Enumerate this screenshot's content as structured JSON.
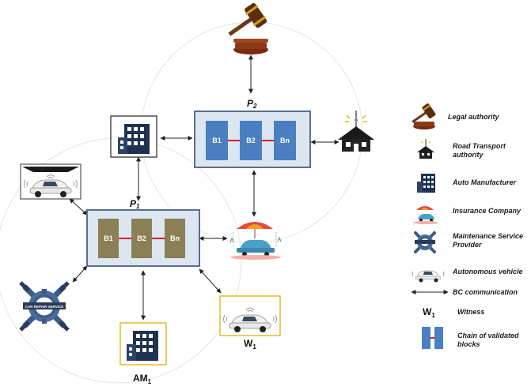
{
  "platforms": {
    "p2": {
      "label": "P",
      "sub": "2",
      "blocks": [
        "B1",
        "B2",
        "Bn"
      ]
    },
    "p1": {
      "label": "P",
      "sub": "1",
      "blocks": [
        "B1",
        "B2",
        "Bn"
      ]
    }
  },
  "nodes": {
    "am1": {
      "label": "AM",
      "sub": "1"
    },
    "w1": {
      "label": "W",
      "sub": "1"
    },
    "maintenance_badge": "CAR REPAIR SERVICE"
  },
  "legend": {
    "legal": "Legal authority",
    "road_line1": "Road Transport",
    "road_line2": "authority",
    "auto": "Auto Manufacturer",
    "insurance": "Insurance Company",
    "maint_line1": "Maintenance Service",
    "maint_line2": "Provider",
    "av": "Autonomous vehicle",
    "bc": "BC communication",
    "witness_symbol": "W",
    "witness_sub": "1",
    "witness": "Witness",
    "chain_line1": "Chain of validated",
    "chain_line2": "blocks"
  },
  "colors": {
    "p2_block": "#4a7fc1",
    "p1_block": "#8b8055",
    "chain_link": "#d42020",
    "frame_border": "#5a6e8c",
    "frame_fill": "#dce6f1",
    "witness_border": "#e8b830"
  }
}
